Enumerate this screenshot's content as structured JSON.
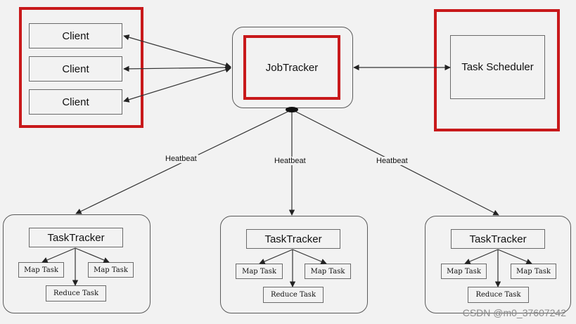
{
  "clients": [
    "Client",
    "Client",
    "Client"
  ],
  "jobtracker": {
    "label": "JobTracker"
  },
  "scheduler": {
    "label": "Task Scheduler"
  },
  "heartbeat_labels": [
    "Heatbeat",
    "Heatbeat",
    "Heatbeat"
  ],
  "tasktrackers": [
    {
      "label": "TaskTracker",
      "map_left": "Map Task",
      "map_right": "Map Task",
      "reduce": "Reduce Task"
    },
    {
      "label": "TaskTracker",
      "map_left": "Map Task",
      "map_right": "Map Task",
      "reduce": "Reduce Task"
    },
    {
      "label": "TaskTracker",
      "map_left": "Map Task",
      "map_right": "Map Task",
      "reduce": "Reduce Task"
    }
  ],
  "watermark": "CSDN @m0_37607242",
  "colors": {
    "highlight": "#c8191b",
    "line": "#333333",
    "background": "#f2f2f2"
  }
}
